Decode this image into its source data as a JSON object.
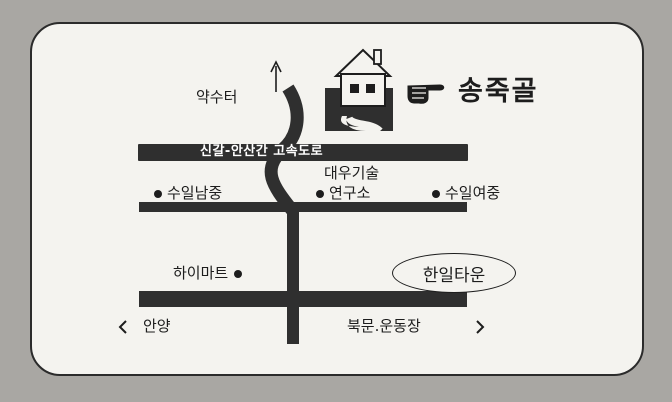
{
  "map": {
    "destination": "송죽골",
    "highway_label": "신갈-안산간 고속도로",
    "north_label": "약수터",
    "landmarks": {
      "daewoo": "대우기술",
      "suil_middle": "수일남중",
      "research": "연구소",
      "suil_girls": "수일여중",
      "hi_mart": "하이마트",
      "hanil_town": "한일타운"
    },
    "directions": {
      "left": "안양",
      "right": "북문.운동장"
    }
  },
  "colors": {
    "background": "#a9a7a3",
    "card": "#f4f3ef",
    "road": "#2f2f2f",
    "ink": "#1d1d1d"
  },
  "icons": [
    "house-icon",
    "pointing-hand-icon",
    "north-arrow-icon",
    "left-arrow-icon",
    "right-arrow-icon"
  ]
}
